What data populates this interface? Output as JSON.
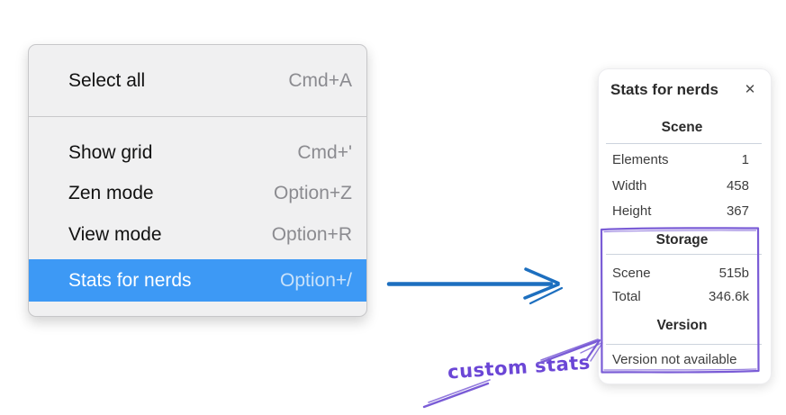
{
  "context_menu": {
    "items": [
      {
        "label": "Select all",
        "shortcut": "Cmd+A",
        "selected": false
      },
      {
        "label": "Show grid",
        "shortcut": "Cmd+'",
        "selected": false
      },
      {
        "label": "Zen mode",
        "shortcut": "Option+Z",
        "selected": false
      },
      {
        "label": "View mode",
        "shortcut": "Option+R",
        "selected": false
      },
      {
        "label": "Stats for nerds",
        "shortcut": "Option+/",
        "selected": true
      }
    ]
  },
  "stats_panel": {
    "title": "Stats for nerds",
    "close_icon": "close-x",
    "sections": {
      "scene": {
        "heading": "Scene",
        "rows": [
          {
            "label": "Elements",
            "value": "1"
          },
          {
            "label": "Width",
            "value": "458"
          },
          {
            "label": "Height",
            "value": "367"
          }
        ]
      },
      "storage": {
        "heading": "Storage",
        "rows": [
          {
            "label": "Scene",
            "value": "515b"
          },
          {
            "label": "Total",
            "value": "346.6k"
          }
        ]
      },
      "version": {
        "heading": "Version",
        "note": "Version not available"
      }
    }
  },
  "annotation": {
    "text": "custom stats"
  },
  "colors": {
    "menu_highlight": "#3d99f5",
    "menu_background": "#f0f0f1",
    "arrow_blue": "#1d6fbf",
    "annotation_purple": "#7a5cd6",
    "annotation_text_purple": "#6b46d6"
  }
}
